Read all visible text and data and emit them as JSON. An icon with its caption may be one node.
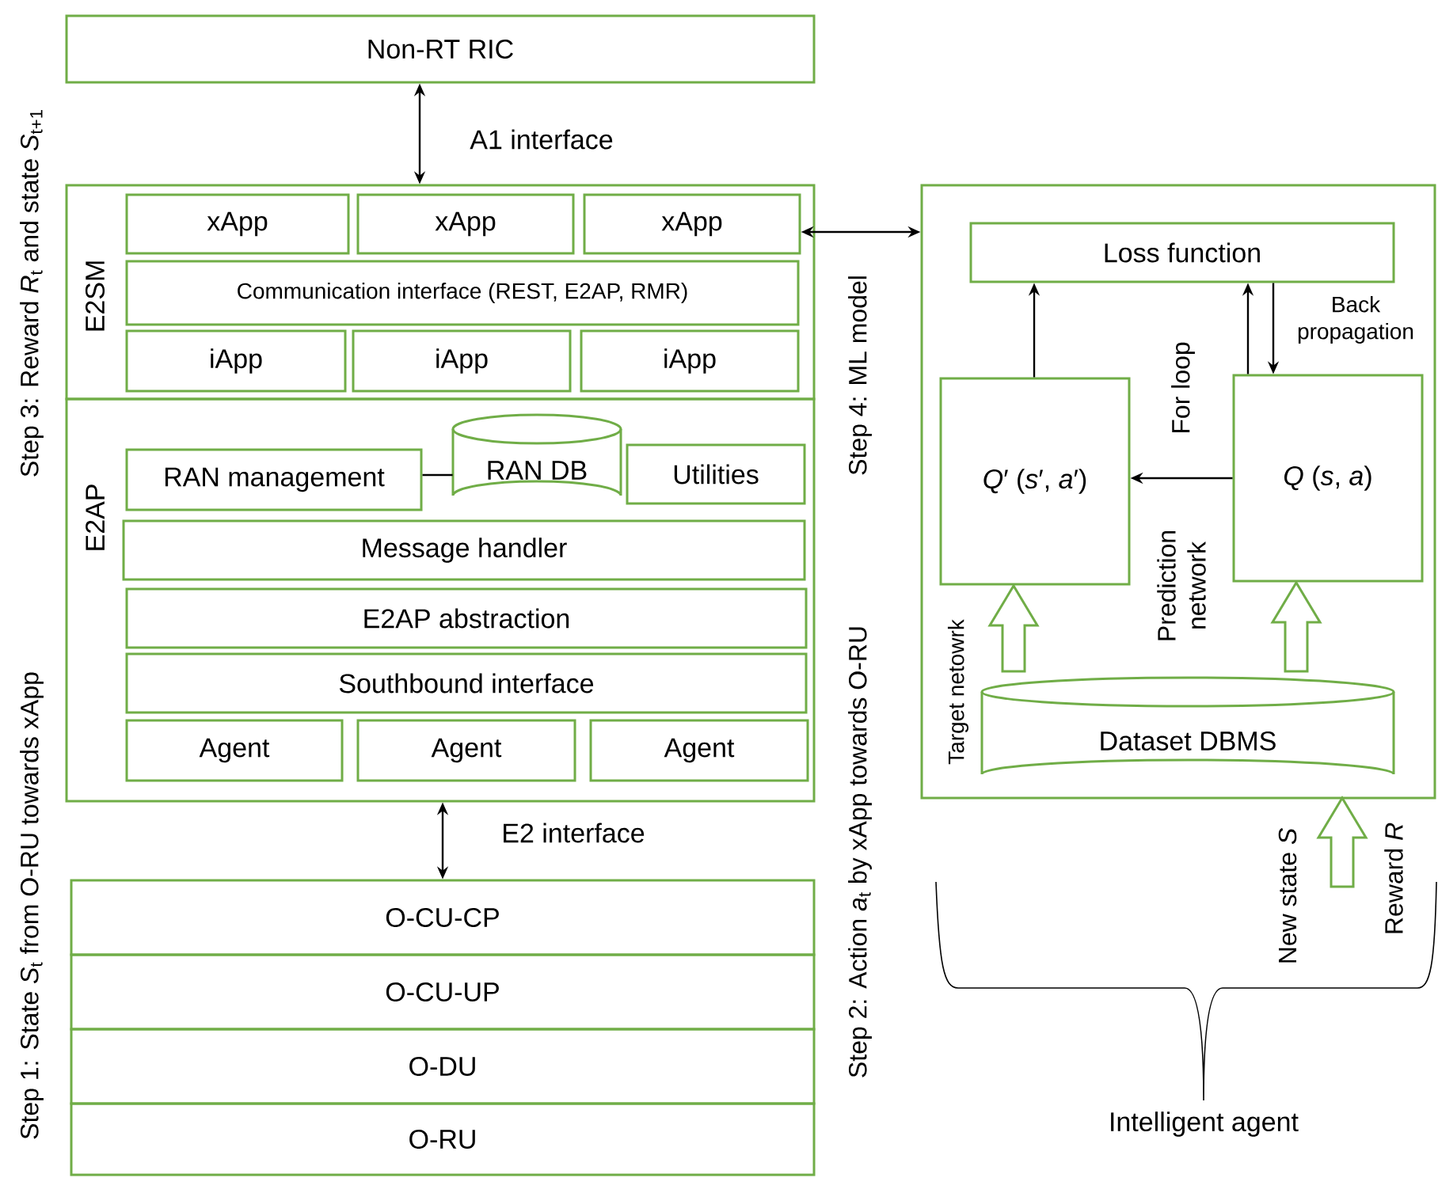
{
  "diagram": {
    "nodes": [
      {
        "text": [
          "Non-RT RIC"
        ]
      },
      {
        "text": [
          "E2SM"
        ]
      },
      {
        "text": [
          "xApp"
        ],
        "in": 1
      },
      {
        "text": [
          "xApp"
        ],
        "in": 1
      },
      {
        "text": [
          "xApp"
        ],
        "in": 1
      },
      {
        "text": [
          "Communication interface (REST, E2AP, RMR)"
        ],
        "in": 1
      },
      {
        "text": [
          "iApp"
        ],
        "in": 1
      },
      {
        "text": [
          "iApp"
        ],
        "in": 1
      },
      {
        "text": [
          "iApp"
        ],
        "in": 1
      },
      {
        "text": [
          "E2AP"
        ]
      },
      {
        "text": [
          "RAN management"
        ],
        "in": 9
      },
      {
        "text": [
          "RAN DB"
        ],
        "in": 9
      },
      {
        "text": [
          "Utilities"
        ],
        "in": 9
      },
      {
        "text": [
          "Message handler"
        ],
        "in": 9
      },
      {
        "text": [
          "E2AP abstraction"
        ],
        "in": 9
      },
      {
        "text": [
          "Southbound interface"
        ],
        "in": 9
      },
      {
        "text": [
          "Agent"
        ],
        "in": 9
      },
      {
        "text": [
          "Agent"
        ],
        "in": 9
      },
      {
        "text": [
          "Agent"
        ],
        "in": 9
      },
      {
        "text": [
          "O-CU-CP"
        ]
      },
      {
        "text": [
          "O-CU-UP"
        ]
      },
      {
        "text": [
          "O-DU"
        ]
      },
      {
        "text": [
          "O-RU"
        ]
      },
      {
        "text": [],
        "shape": "box"
      },
      {
        "text": [
          "Loss function"
        ],
        "in": 23
      },
      {
        "text": [
          "*Q*′ (*s*′, *a*′)"
        ],
        "in": 23
      },
      {
        "text": [
          "*Q* (*s*, *a*)"
        ],
        "in": 23
      },
      {
        "text": [
          "Dataset DBMS"
        ],
        "in": 23
      }
    ],
    "edges": [
      {
        "from": 0,
        "to": 1,
        "arrow": "both",
        "label": "A1 interface"
      },
      {
        "from": 4,
        "to": 23,
        "arrow": "both"
      },
      {
        "from": 10,
        "to": 11,
        "arrow": "none"
      },
      {
        "from": 9,
        "to": 19,
        "arrow": "both",
        "label": "E2 interface"
      },
      {
        "from": 25,
        "to": 24,
        "arrow": "to"
      },
      {
        "from": 26,
        "to": 24,
        "arrow": "to"
      },
      {
        "from": 24,
        "to": 26,
        "arrow": "to"
      },
      {
        "from": 26,
        "to": 25,
        "arrow": "to"
      },
      {
        "from": 27,
        "to": 25,
        "arrow": "to",
        "style": "thick",
        "color": "#70ad47"
      },
      {
        "from": 27,
        "to": 26,
        "arrow": "to",
        "style": "thick",
        "color": "#70ad47"
      },
      {
        "from": null,
        "to": 27,
        "arrow": "to",
        "style": "thick",
        "color": "#70ad47"
      }
    ],
    "labels": [
      "Step 3: Reward *R*$_{t}$ and state *S*$_{t+1}$",
      "Step 1: State *S*$_{t}$ from O-RU towards xApp",
      "Step 4: ML model",
      "Step 2: Action *a*$_{t}$ by xApp towards O-RU",
      "Back propagation",
      "For loop",
      "Prediction network",
      "Target netowrk",
      "New state *S*",
      "Reward *R*",
      "Intelligent agent"
    ]
  }
}
